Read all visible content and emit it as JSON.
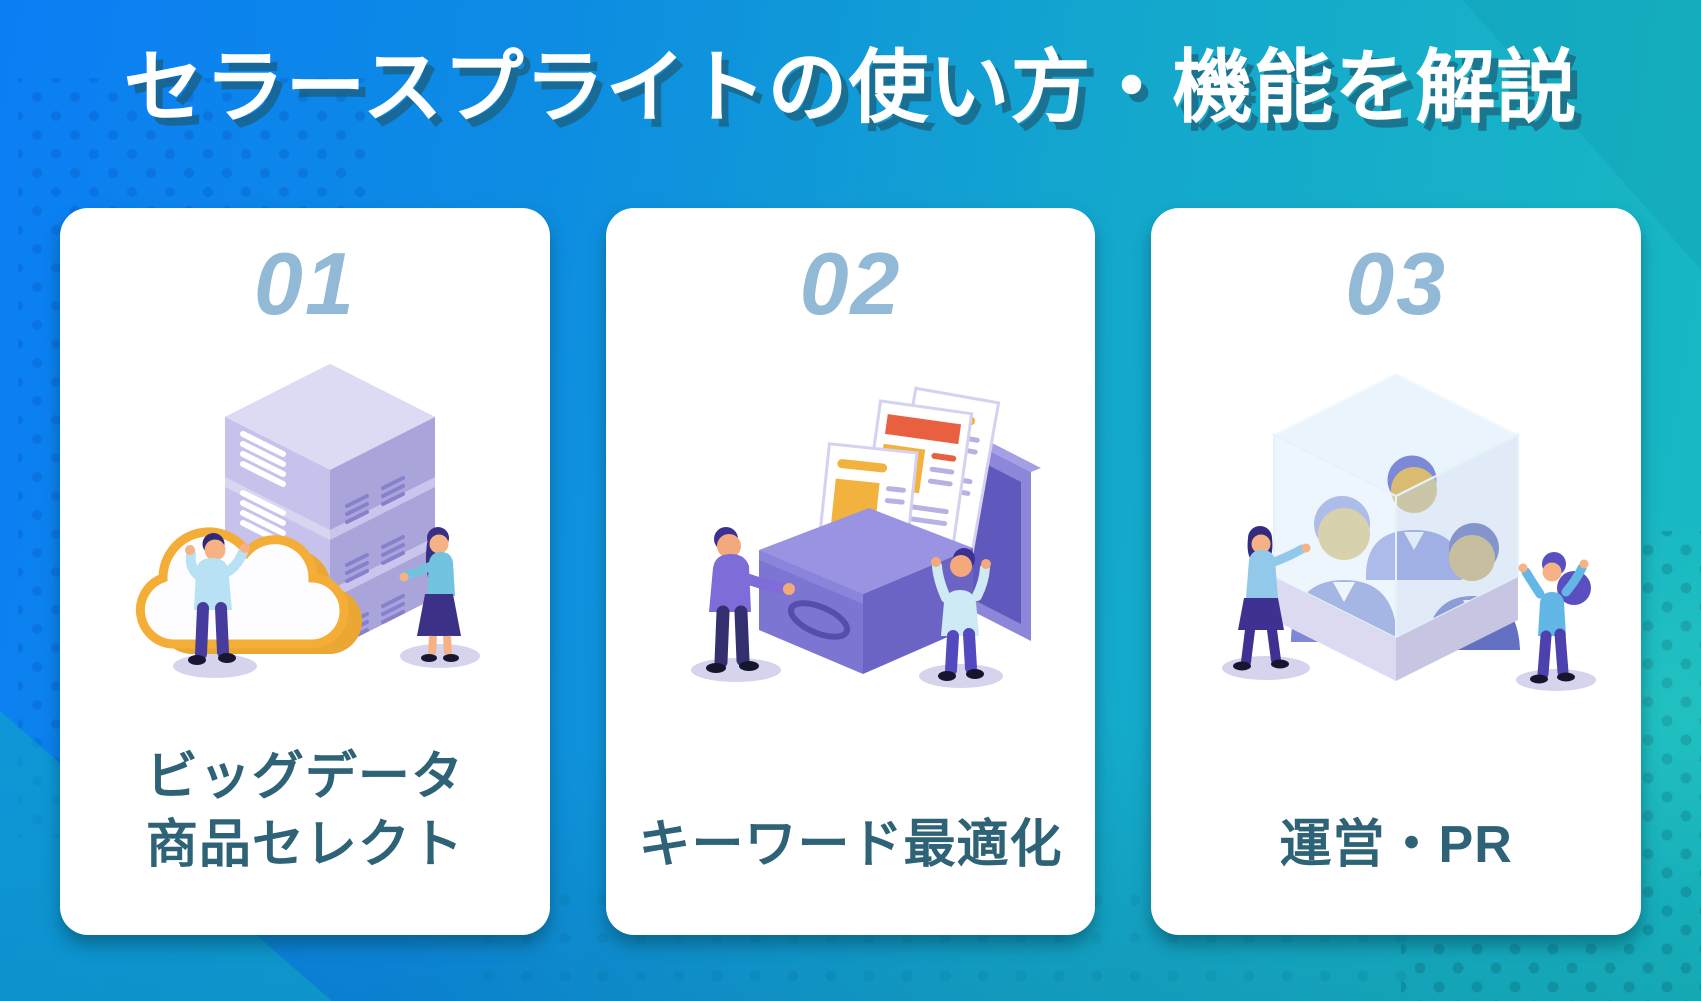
{
  "page": {
    "title": "セラースプライトの使い方・機能を解説"
  },
  "cards": [
    {
      "number": "01",
      "label_lines": [
        "ビッグデータ",
        "商品セレクト"
      ],
      "illustration": "cloud-server-big-data"
    },
    {
      "number": "02",
      "label_lines": [
        "キーワード最適化"
      ],
      "illustration": "drawer-documents-keywords"
    },
    {
      "number": "03",
      "label_lines": [
        "運営・PR"
      ],
      "illustration": "team-members-glass-cube"
    }
  ],
  "colors": {
    "background_blue": "#0B7EF5",
    "background_teal": "#18BAC3",
    "card_background": "#FFFFFF",
    "number_color": "#92BAD7",
    "label_color": "#2E6277",
    "title_color": "#FFFFFF",
    "title_shadow": "#1E5A73",
    "accent_orange": "#F4AD36",
    "accent_red_orange": "#E8603F",
    "accent_purple": "#7C75D2",
    "accent_lavender": "#C6C2EC",
    "accent_light_blue": "#B8E1F3"
  }
}
